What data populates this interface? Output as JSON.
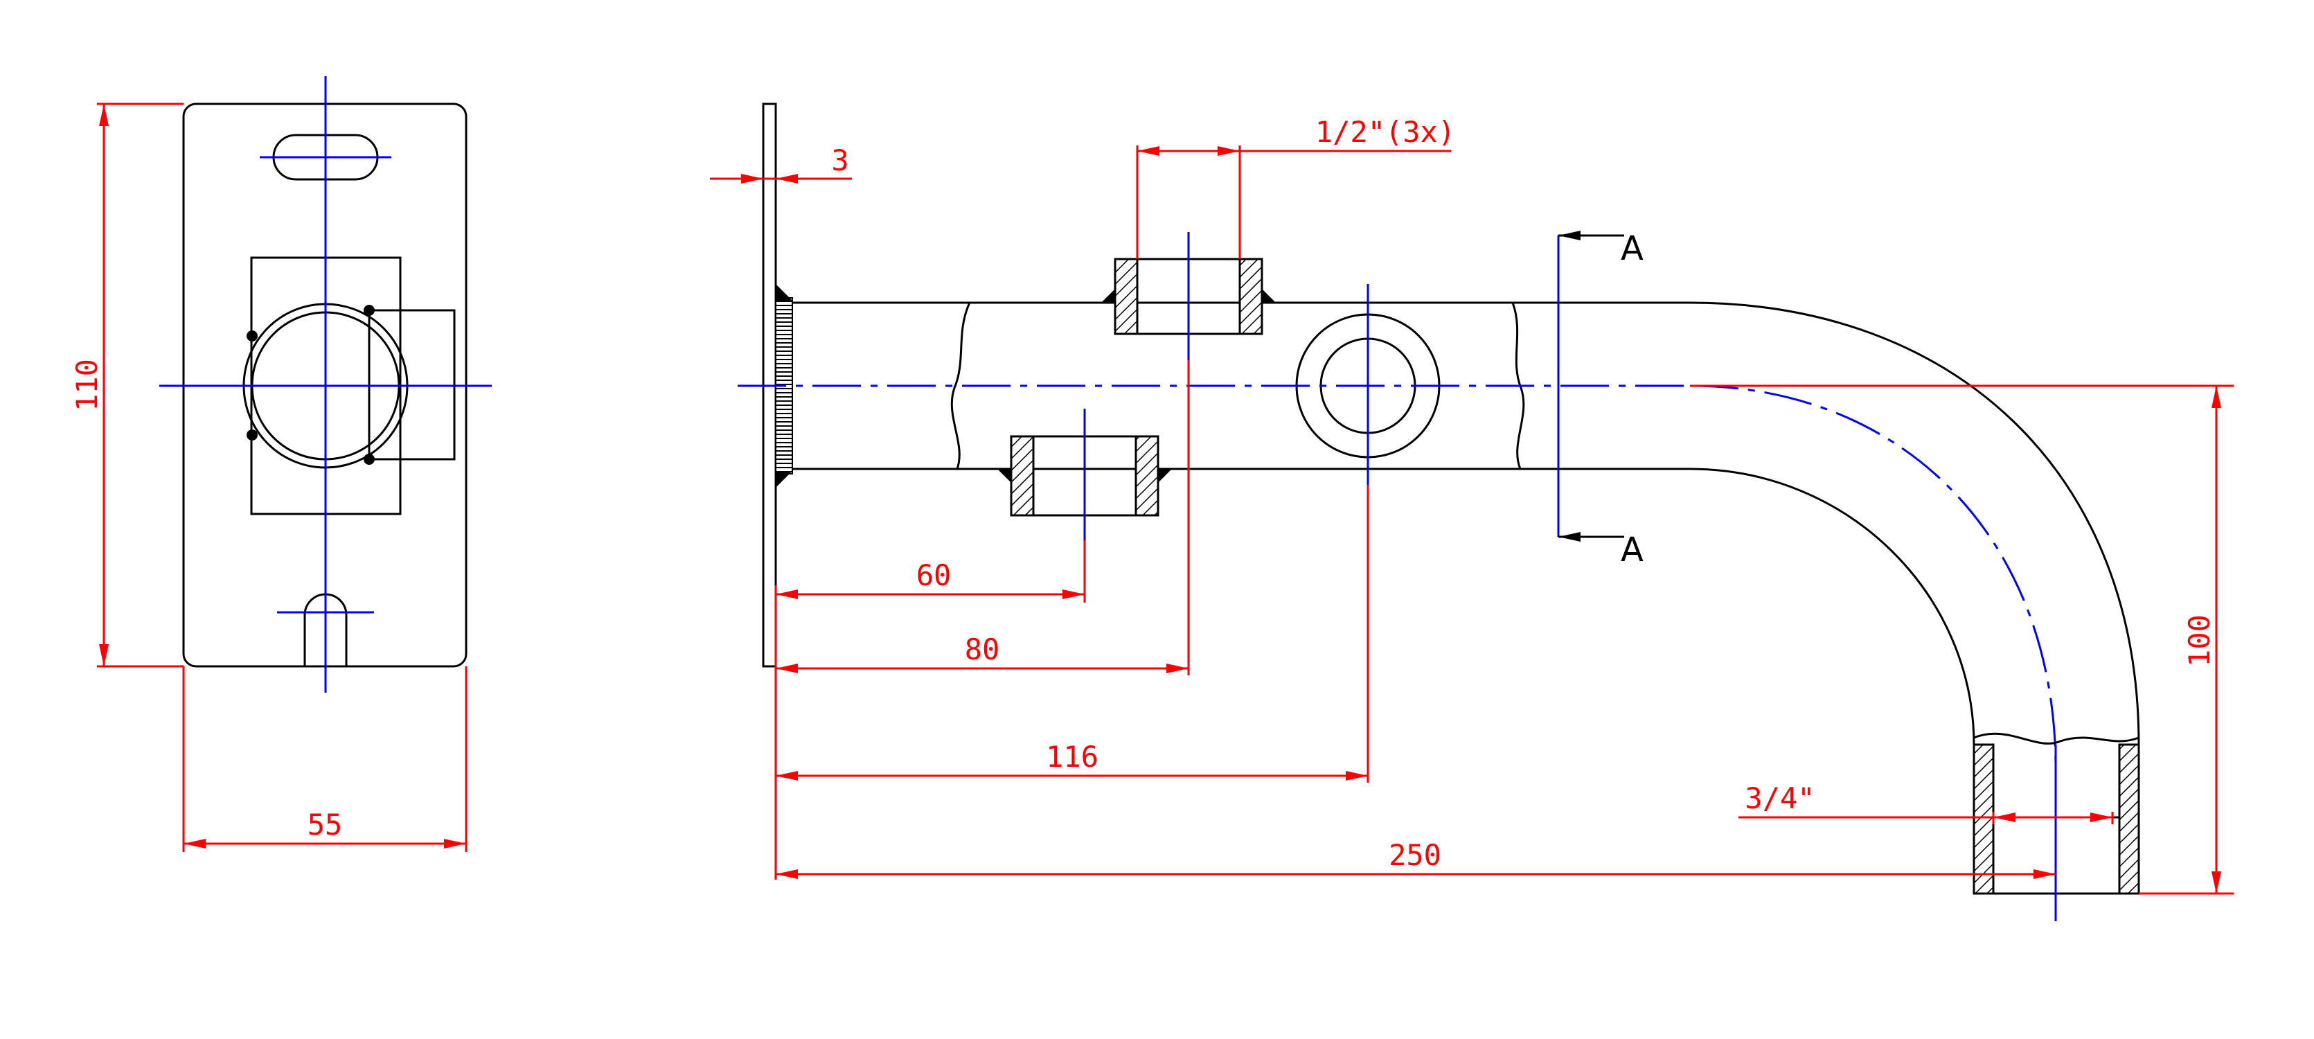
{
  "drawing": {
    "dimensions": {
      "plate_height": "110",
      "plate_width": "55",
      "plate_thickness": "3",
      "thread_note": "1/2\"(3x)",
      "dim_60": "60",
      "dim_80": "80",
      "dim_116": "116",
      "dim_250": "250",
      "dim_100": "100",
      "outlet_thread": "3/4\""
    },
    "section": {
      "label_top": "A",
      "label_bottom": "A"
    },
    "colors": {
      "outline": "#000000",
      "dimension": "#ff0000",
      "centerline": "#0000ff"
    }
  }
}
